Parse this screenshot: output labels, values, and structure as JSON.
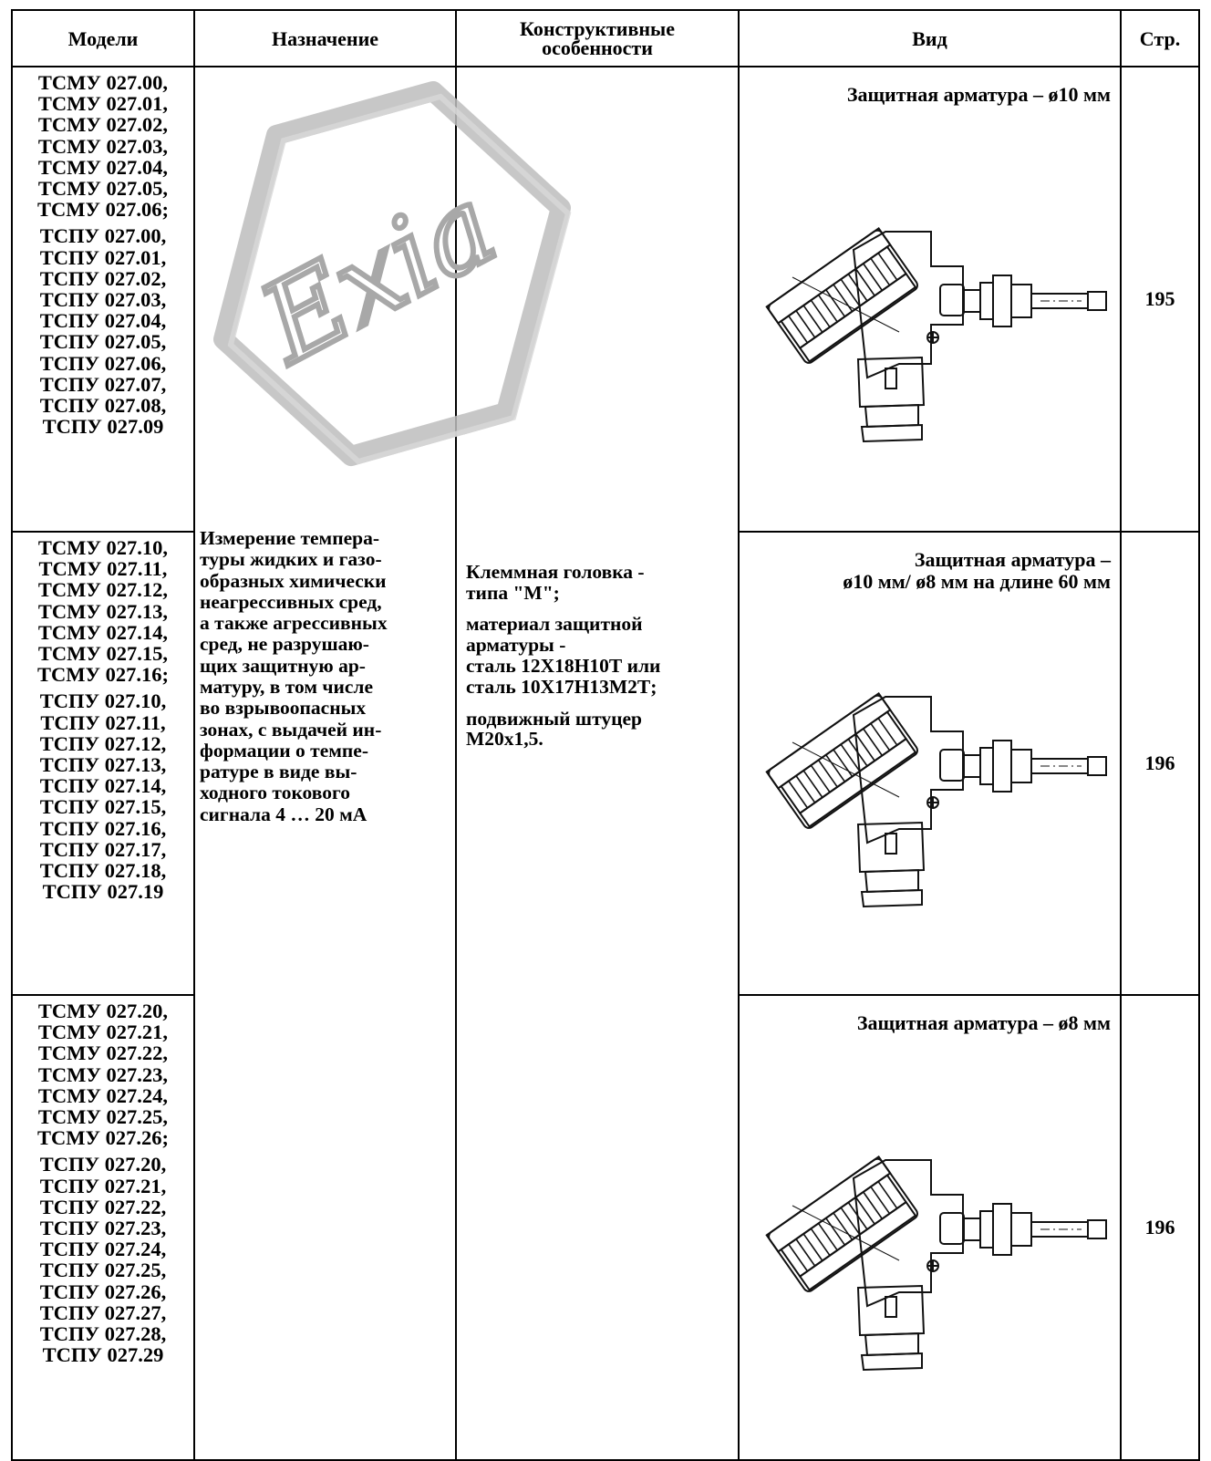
{
  "headers": {
    "models": "Модели",
    "purpose": "Назначение",
    "design": [
      "Конструктивные",
      "особенности"
    ],
    "view": "Вид",
    "page": "Стр."
  },
  "watermark_text": "Exia",
  "purpose_lines": [
    "Измерение темпера-",
    "туры жидких и газо-",
    "образных химически",
    "неагрессивных сред,",
    "а также агрессивных",
    "сред, не разрушаю-",
    "щих защитную ар-",
    "матуру, в том числе",
    "во взрывоопасных",
    "зонах, с выдачей ин-",
    "формации о темпе-",
    "ратуре в виде вы-",
    "ходного токового",
    "сигнала 4 … 20 мА"
  ],
  "design_paragraphs": [
    [
      "Клеммная головка -",
      "типа \"М\";"
    ],
    [
      "материал защитной",
      "арматуры -",
      "сталь 12Х18Н10Т или",
      "сталь 10Х17Н13М2Т;"
    ],
    [
      "подвижный штуцер",
      "М20х1,5."
    ]
  ],
  "rows": [
    {
      "tsmu": [
        "ТСМУ 027.00,",
        "ТСМУ 027.01,",
        "ТСМУ 027.02,",
        "ТСМУ 027.03,",
        "ТСМУ 027.04,",
        "ТСМУ 027.05,",
        "ТСМУ 027.06;"
      ],
      "tspu": [
        "ТСПУ 027.00,",
        "ТСПУ 027.01,",
        "ТСПУ 027.02,",
        "ТСПУ 027.03,",
        "ТСПУ 027.04,",
        "ТСПУ 027.05,",
        "ТСПУ 027.06,",
        "ТСПУ 027.07,",
        "ТСПУ 027.08,",
        "ТСПУ 027.09"
      ],
      "view_caption": [
        "Защитная арматура – ø10 мм"
      ],
      "page": "195"
    },
    {
      "tsmu": [
        "ТСМУ 027.10,",
        "ТСМУ 027.11,",
        "ТСМУ 027.12,",
        "ТСМУ 027.13,",
        "ТСМУ 027.14,",
        "ТСМУ 027.15,",
        "ТСМУ 027.16;"
      ],
      "tspu": [
        "ТСПУ 027.10,",
        "ТСПУ 027.11,",
        "ТСПУ 027.12,",
        "ТСПУ 027.13,",
        "ТСПУ 027.14,",
        "ТСПУ 027.15,",
        "ТСПУ 027.16,",
        "ТСПУ 027.17,",
        "ТСПУ 027.18,",
        "ТСПУ 027.19"
      ],
      "view_caption": [
        "Защитная арматура –",
        "ø10 мм/ ø8 мм на длине 60 мм"
      ],
      "page": "196"
    },
    {
      "tsmu": [
        "ТСМУ 027.20,",
        "ТСМУ 027.21,",
        "ТСМУ 027.22,",
        "ТСМУ 027.23,",
        "ТСМУ 027.24,",
        "ТСМУ 027.25,",
        "ТСМУ 027.26;"
      ],
      "tspu": [
        "ТСПУ 027.20,",
        "ТСПУ 027.21,",
        "ТСПУ 027.22,",
        "ТСПУ 027.23,",
        "ТСПУ 027.24,",
        "ТСПУ 027.25,",
        "ТСПУ 027.26,",
        "ТСПУ 027.27,",
        "ТСПУ 027.28,",
        "ТСПУ 027.29"
      ],
      "view_caption": [
        "Защитная арматура – ø8 мм"
      ],
      "page": "196"
    }
  ]
}
